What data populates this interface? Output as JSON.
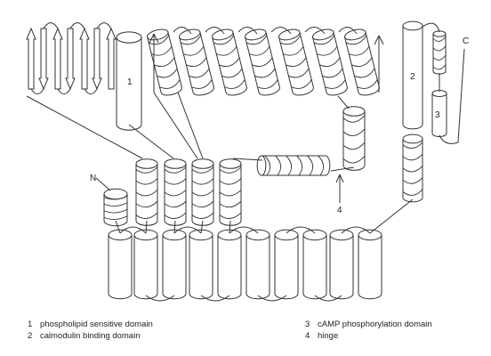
{
  "diagram": {
    "labels": {
      "domain_1": "1",
      "domain_2": "2",
      "domain_3": "3",
      "hinge_4": "4",
      "n_terminus": "N",
      "c_terminus": "C"
    }
  },
  "legend": [
    {
      "num": "1",
      "text": "phospholipid sensitive domain"
    },
    {
      "num": "2",
      "text": "calmodulin binding domain"
    },
    {
      "num": "3",
      "text": "cAMP phosphorylation domain"
    },
    {
      "num": "4",
      "text": "hinge"
    }
  ]
}
